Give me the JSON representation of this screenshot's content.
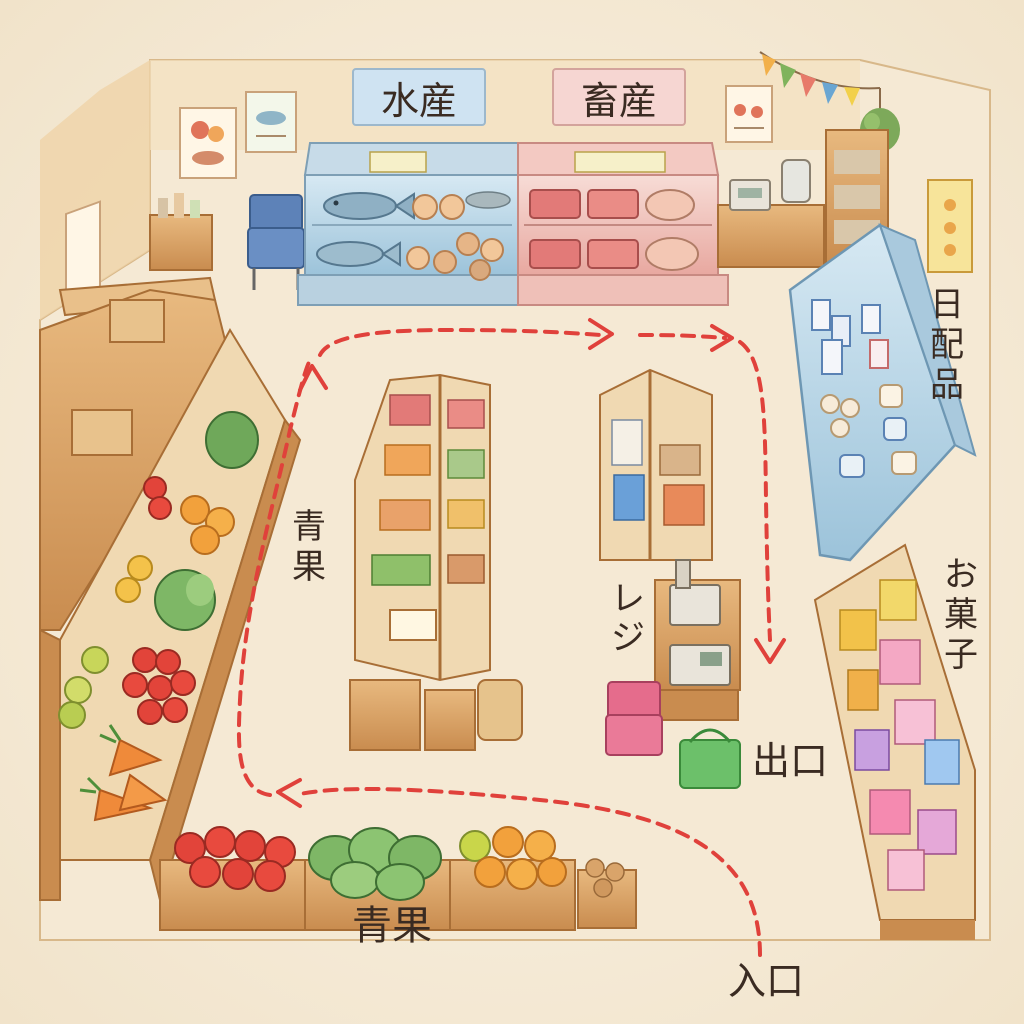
{
  "signs": {
    "seafood": "水産",
    "meat": "畜産",
    "dairy": "日配品",
    "sweets": "お菓子",
    "produce_aisle": "青果",
    "produce_bottom": "青果",
    "register": "レジ",
    "exit": "出口",
    "entrance": "入口"
  },
  "colors": {
    "route": "#e0413b",
    "seafood_sign": "#cfe3f2",
    "meat_sign": "#f6d6d2",
    "wood": "#d9a165",
    "wood_dark": "#b97a3f",
    "floor": "#f7efe1",
    "ink": "#3a2b22"
  },
  "icons": [
    "fish-icon",
    "shell-icon",
    "meat-icon",
    "chicken-icon",
    "tomato-icon",
    "orange-icon",
    "cabbage-icon",
    "carrot-icon",
    "cash-register-icon",
    "shopping-basket-icon",
    "milk-carton-icon",
    "bunting-flag-icon"
  ]
}
